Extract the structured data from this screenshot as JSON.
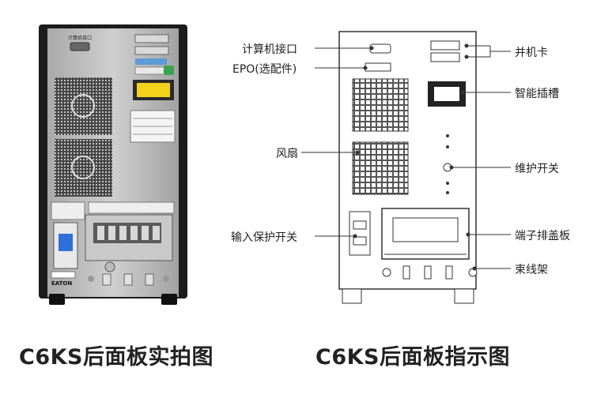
{
  "captions": {
    "photo": "C6KS后面板实拍图",
    "diagram": "C6KS后面板指示图"
  },
  "diagram_labels": {
    "computer_port": "计算机接口",
    "epo": "EPO(选配件)",
    "fan": "风扇",
    "input_protection_switch": "输入保护开关",
    "parallel_card": "并机卡",
    "smart_slot": "智能插槽",
    "maintenance_switch": "维护开关",
    "terminal_cover": "端子排盖板",
    "cable_rack": "束线架"
  },
  "photo_text": {
    "port_label": "计算机接口",
    "brand": "EATON"
  },
  "colors": {
    "chassis_dark": "#1c1c1c",
    "panel_grey": "#b8b8b8",
    "breaker_blue": "#2f6fd8",
    "line": "#333333"
  }
}
